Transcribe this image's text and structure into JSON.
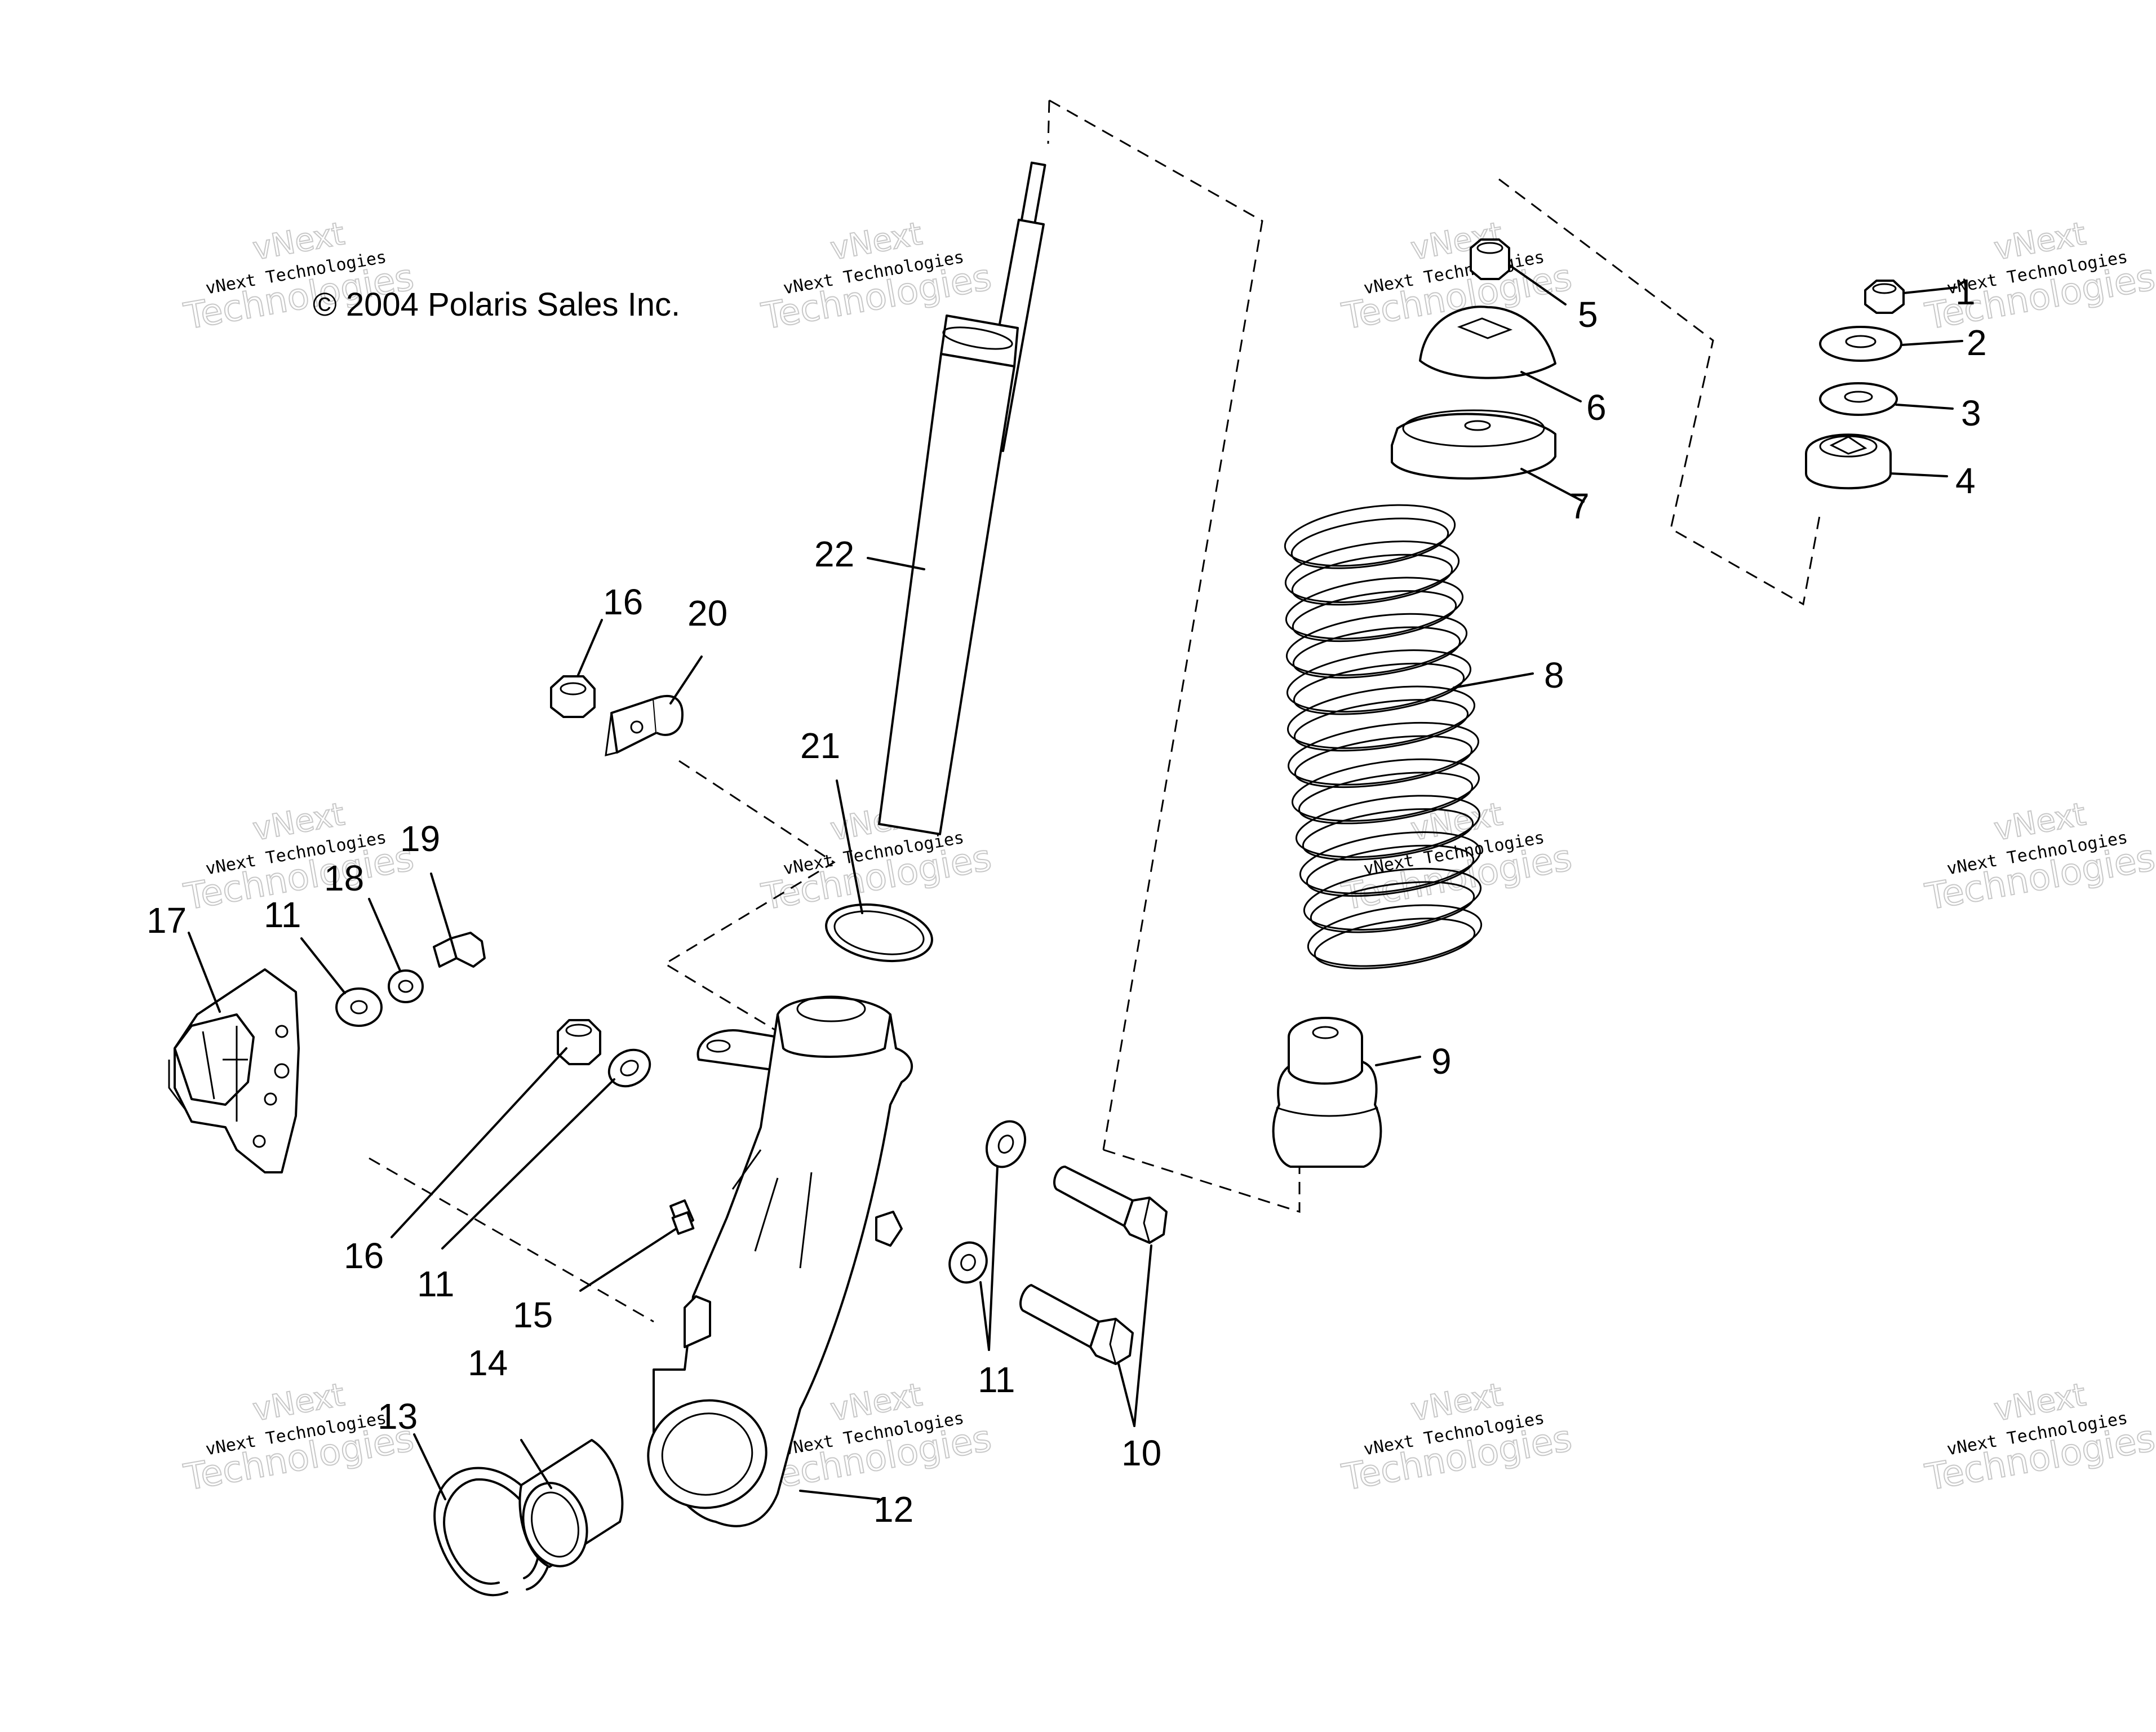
{
  "copyright": "© 2004 Polaris Sales Inc.",
  "watermark": {
    "line1": "vNext Technologies",
    "line2": "Technologies",
    "line3": "vNext"
  },
  "callouts": [
    {
      "id": "c1",
      "label": "1"
    },
    {
      "id": "c2",
      "label": "2"
    },
    {
      "id": "c3",
      "label": "3"
    },
    {
      "id": "c4",
      "label": "4"
    },
    {
      "id": "c5",
      "label": "5"
    },
    {
      "id": "c6",
      "label": "6"
    },
    {
      "id": "c7",
      "label": "7"
    },
    {
      "id": "c8",
      "label": "8"
    },
    {
      "id": "c9",
      "label": "9"
    },
    {
      "id": "c10",
      "label": "10"
    },
    {
      "id": "c11a",
      "label": "11"
    },
    {
      "id": "c11b",
      "label": "11"
    },
    {
      "id": "c11c",
      "label": "11"
    },
    {
      "id": "c12",
      "label": "12"
    },
    {
      "id": "c13",
      "label": "13"
    },
    {
      "id": "c14",
      "label": "14"
    },
    {
      "id": "c15",
      "label": "15"
    },
    {
      "id": "c16a",
      "label": "16"
    },
    {
      "id": "c16b",
      "label": "16"
    },
    {
      "id": "c17",
      "label": "17"
    },
    {
      "id": "c18",
      "label": "18"
    },
    {
      "id": "c19",
      "label": "19"
    },
    {
      "id": "c20",
      "label": "20"
    },
    {
      "id": "c21",
      "label": "21"
    },
    {
      "id": "c22",
      "label": "22"
    }
  ]
}
